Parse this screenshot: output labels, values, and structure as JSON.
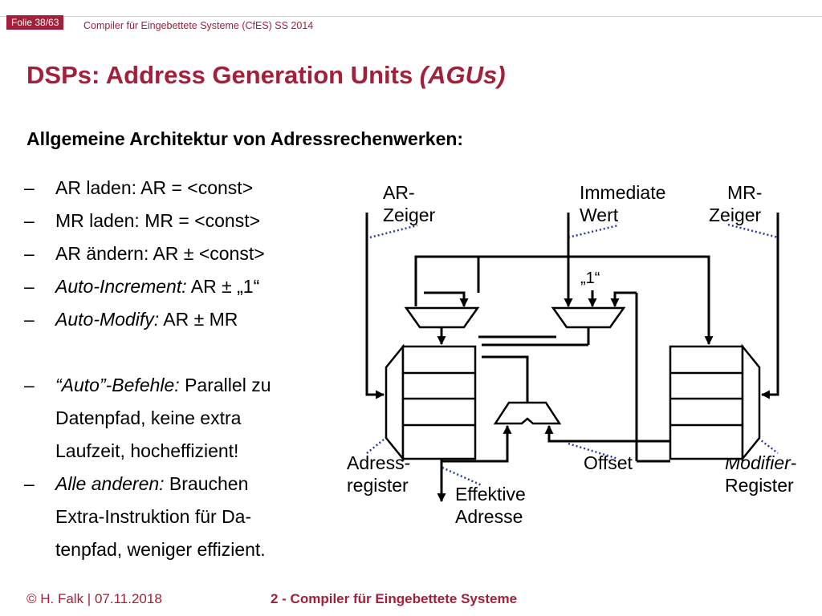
{
  "header": {
    "slide_label": "Folie 38/63",
    "course": "Compiler für Eingebettete Systeme (CfES) SS 2014"
  },
  "title": {
    "main": "DSPs: Address Generation Units ",
    "italic": "(AGUs)"
  },
  "subtitle": "Allgemeine Architektur von Adressrechenwerken:",
  "bullets": [
    {
      "em": "",
      "text": "AR laden: AR = <const>"
    },
    {
      "em": "",
      "text": "MR laden: MR = <const>"
    },
    {
      "em": "",
      "text": "AR ändern: AR ± <const>"
    },
    {
      "em": "Auto-Increment:",
      "text": " AR ± „1“"
    },
    {
      "em": "Auto-Modify:",
      "text": " AR ± MR"
    },
    {
      "em": "“Auto”-Befehle:",
      "text": " Parallel zu"
    },
    {
      "em": "",
      "text": "Datenpfad, keine extra"
    },
    {
      "em": "",
      "text": "Laufzeit, hocheffizient!"
    },
    {
      "em": "Alle anderen:",
      "text": " Brauchen"
    },
    {
      "em": "",
      "text": "Extra-Instruktion für Da-"
    },
    {
      "em": "",
      "text": "tenpfad, weniger effizient."
    }
  ],
  "diagram": {
    "ar_zeiger": [
      "AR-",
      "Zeiger"
    ],
    "immediate": [
      "Immediate",
      "Wert"
    ],
    "mr_zeiger": [
      "MR-",
      "Zeiger"
    ],
    "one": "„1“",
    "adder": "+ -",
    "adressregister": [
      "Adress-",
      "register"
    ],
    "effektive": [
      "Effektive",
      "Adresse"
    ],
    "offset": "Offset",
    "modifier_em": "Modifier",
    "modifier_rest": "-",
    "modifier_line2": "Register"
  },
  "colors": {
    "accent": "#a3203b",
    "dotted": "#2b3aa8"
  },
  "footer": {
    "left": "© H. Falk | 07.11.2018",
    "center": "2 - Compiler für Eingebettete Systeme"
  }
}
